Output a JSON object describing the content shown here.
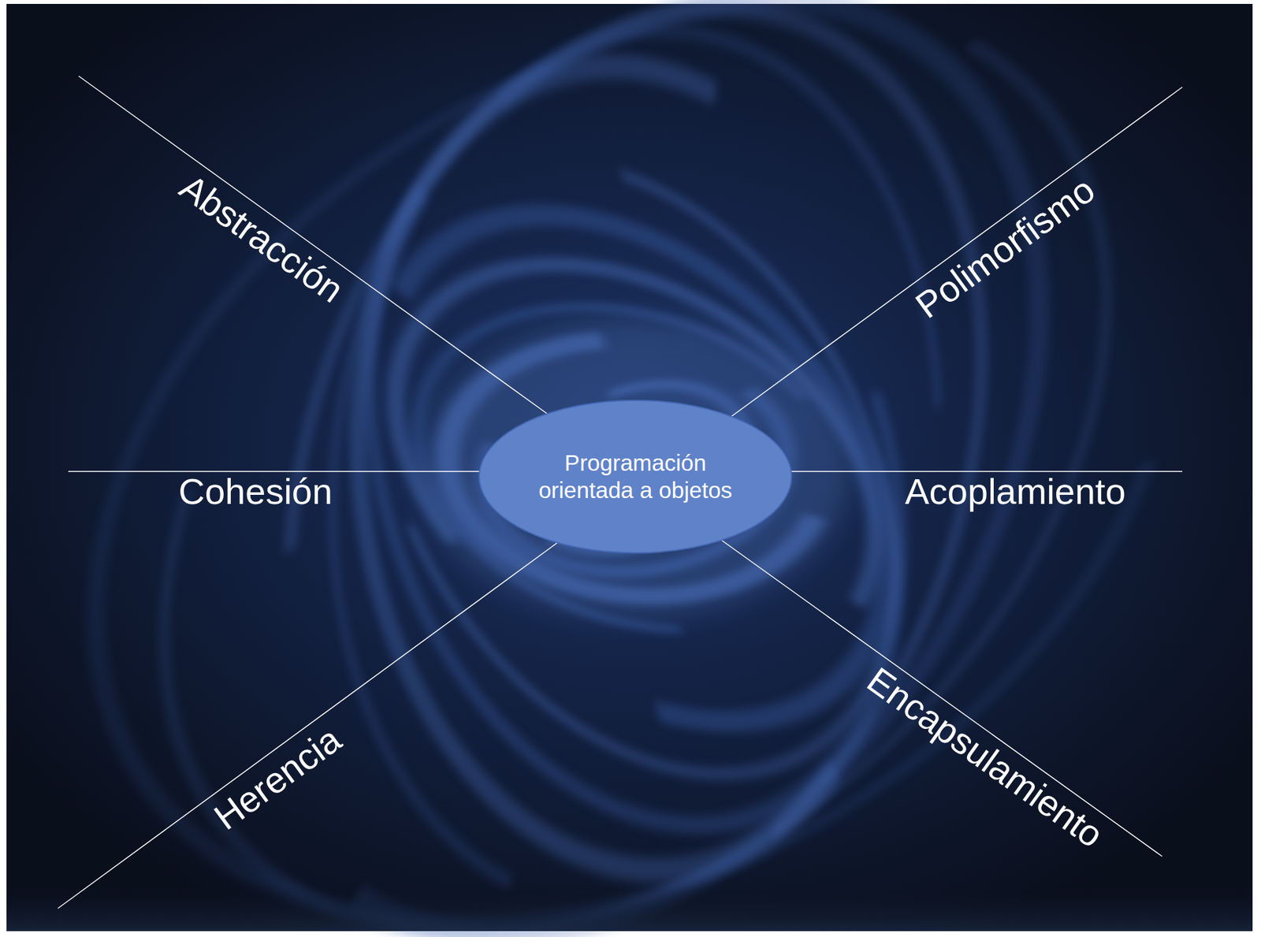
{
  "diagram": {
    "nodes": [
      {
        "text": [
          "Programación orientada a objetos"
        ]
      }
    ],
    "labels": [
      "Abstracción",
      "Polimorfismo",
      "Cohesión",
      "Acoplamiento",
      "Herencia",
      "Encapsulamiento"
    ]
  }
}
